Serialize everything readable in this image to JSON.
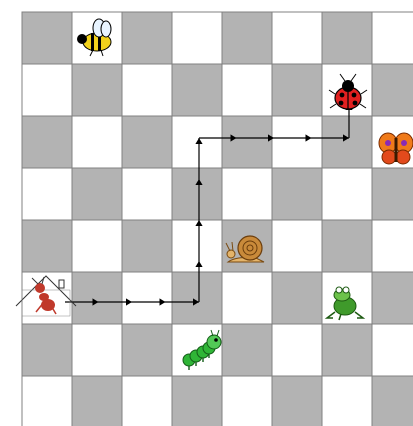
{
  "board": {
    "columns": 8,
    "rows": 8,
    "dark_color": "#b3b3b3",
    "light_color": "#ffffff",
    "line_color": "#808080",
    "first_cell_dark": true
  },
  "path": {
    "color": "#000000",
    "cells": [
      {
        "col": 0,
        "row": 5
      },
      {
        "col": 3,
        "row": 5
      },
      {
        "col": 3,
        "row": 2
      },
      {
        "col": 6,
        "row": 2
      },
      {
        "col": 6,
        "row": 1
      }
    ]
  },
  "pieces": [
    {
      "name": "bee",
      "col": 1,
      "row": 0,
      "color": "#f2d21c"
    },
    {
      "name": "ladybug",
      "col": 6,
      "row": 1,
      "color": "#e12020"
    },
    {
      "name": "butterfly",
      "col": 7,
      "row": 2,
      "color": "#f07a1a"
    },
    {
      "name": "snail",
      "col": 4,
      "row": 4,
      "color": "#c98a3a"
    },
    {
      "name": "ant-home",
      "col": 0,
      "row": 5,
      "color": "#c0392b"
    },
    {
      "name": "frog",
      "col": 6,
      "row": 5,
      "color": "#3f9a2b"
    },
    {
      "name": "caterpillar",
      "col": 3,
      "row": 6,
      "color": "#2fb536"
    }
  ]
}
